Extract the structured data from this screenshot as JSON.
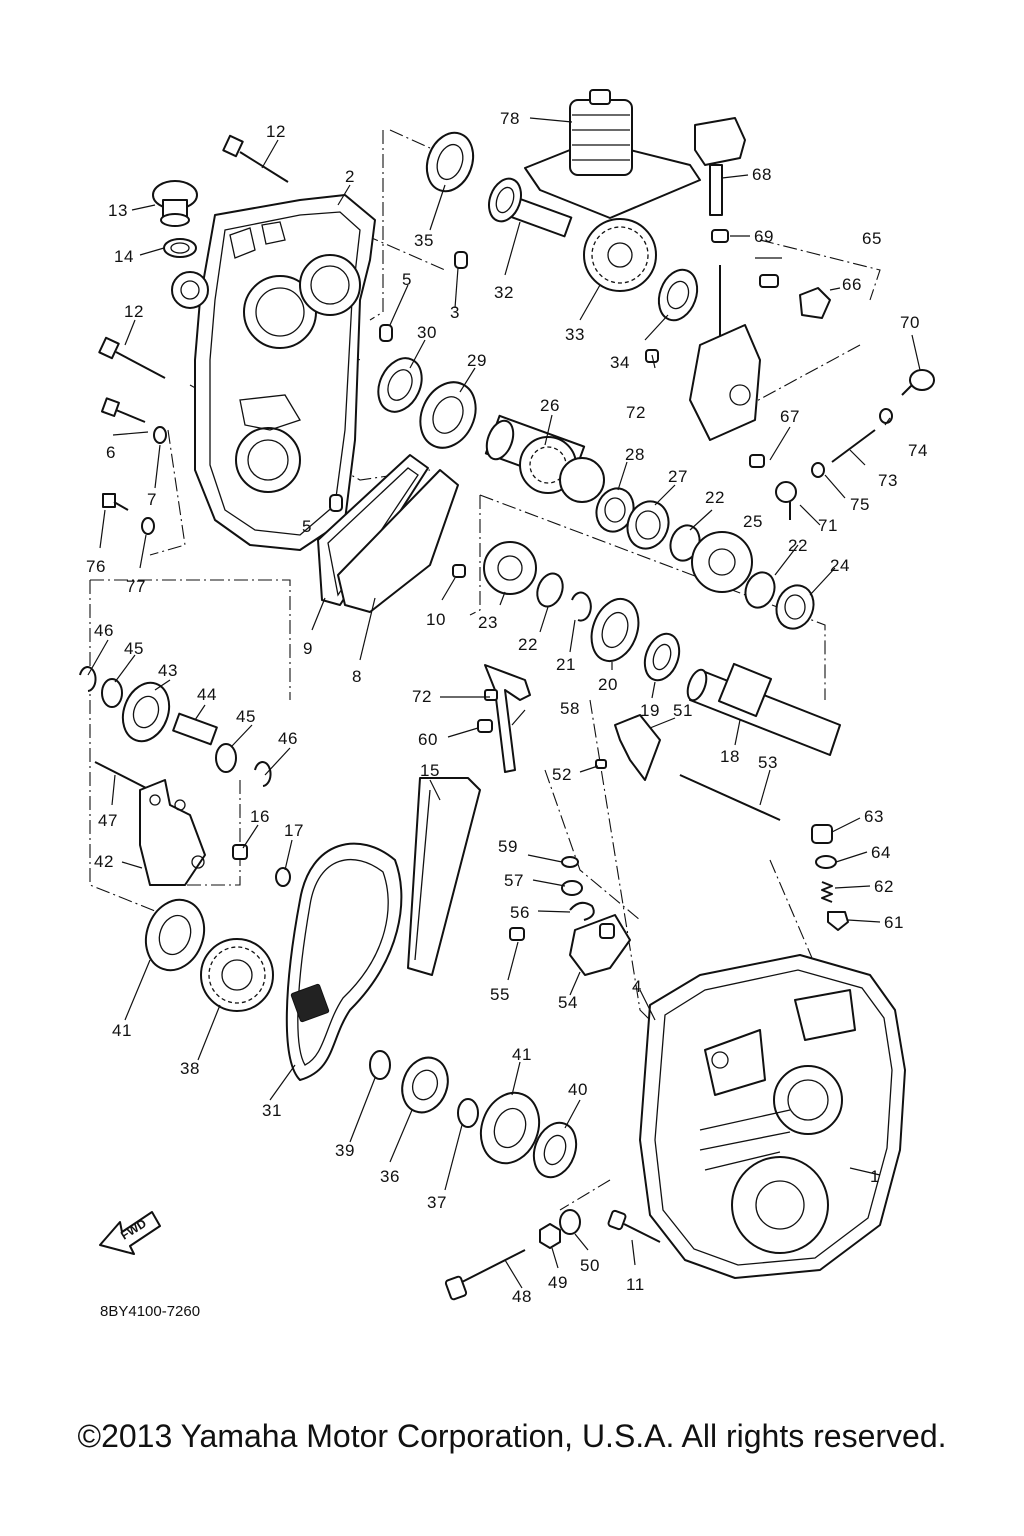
{
  "catalog_code": "8BY4100-7260",
  "copyright": "©2013 Yamaha Motor Corporation, U.S.A. All rights reserved.",
  "direction_badge": "FWD",
  "labels": {
    "p1": "1",
    "p2": "2",
    "p3": "3",
    "p4": "4",
    "p5a": "5",
    "p5b": "5",
    "p6": "6",
    "p7": "7",
    "p8": "8",
    "p9": "9",
    "p10": "10",
    "p11": "11",
    "p12a": "12",
    "p12b": "12",
    "p13": "13",
    "p14": "14",
    "p15": "15",
    "p16": "16",
    "p17": "17",
    "p18": "18",
    "p19": "19",
    "p20": "20",
    "p21": "21",
    "p22a": "22",
    "p22b": "22",
    "p22c": "22",
    "p23": "23",
    "p24": "24",
    "p25": "25",
    "p26": "26",
    "p27": "27",
    "p28": "28",
    "p29": "29",
    "p30": "30",
    "p31": "31",
    "p32": "32",
    "p33": "33",
    "p34": "34",
    "p35": "35",
    "p36": "36",
    "p37": "37",
    "p38": "38",
    "p39": "39",
    "p40": "40",
    "p41a": "41",
    "p41b": "41",
    "p42": "42",
    "p43": "43",
    "p44": "44",
    "p45a": "45",
    "p45b": "45",
    "p46a": "46",
    "p46b": "46",
    "p47": "47",
    "p48": "48",
    "p49": "49",
    "p50": "50",
    "p51": "51",
    "p52": "52",
    "p53": "53",
    "p54": "54",
    "p55": "55",
    "p56": "56",
    "p57": "57",
    "p58": "58",
    "p59": "59",
    "p60": "60",
    "p61": "61",
    "p62": "62",
    "p63": "63",
    "p64": "64",
    "p65": "65",
    "p66": "66",
    "p67": "67",
    "p68": "68",
    "p69": "69",
    "p70": "70",
    "p71": "71",
    "p72a": "72",
    "p72b": "72",
    "p73": "73",
    "p74": "74",
    "p75": "75",
    "p76": "76",
    "p77": "77",
    "p78": "78"
  }
}
